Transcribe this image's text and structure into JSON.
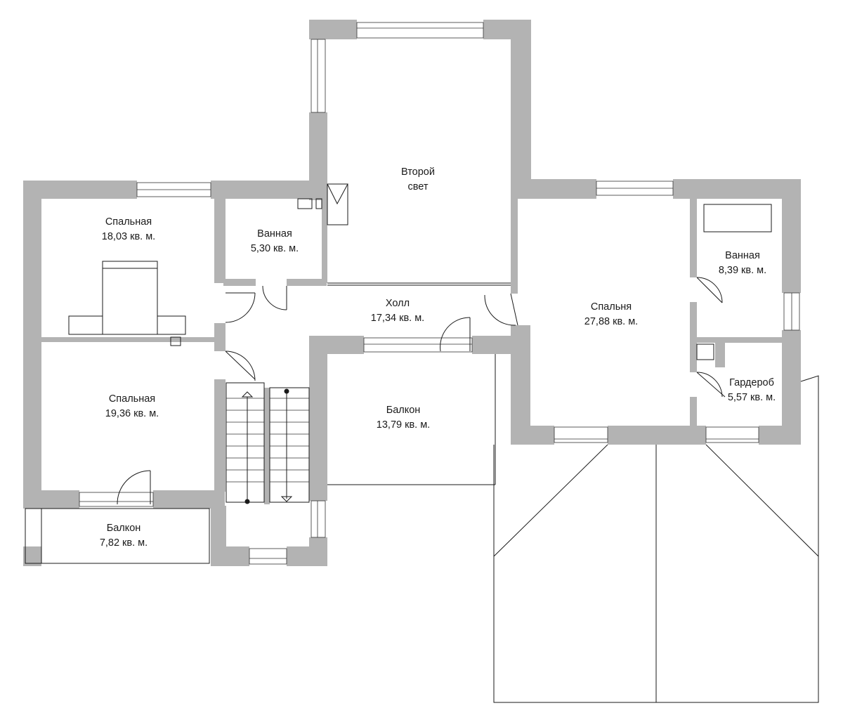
{
  "rooms": {
    "bedroom_top_left": {
      "name": "Спальная",
      "area": "18,03 кв. м."
    },
    "bathroom_left": {
      "name": "Ванная",
      "area": "5,30 кв. м."
    },
    "second_light": {
      "name": "Второй",
      "area": "свет"
    },
    "hall": {
      "name": "Холл",
      "area": "17,34 кв. м."
    },
    "bedroom_bottom_left": {
      "name": "Спальная",
      "area": "19,36 кв. м."
    },
    "balcony_center": {
      "name": "Балкон",
      "area": "13,79 кв. м."
    },
    "balcony_left": {
      "name": "Балкон",
      "area": "7,82 кв. м."
    },
    "bedroom_right": {
      "name": "Спальня",
      "area": "27,88 кв. м."
    },
    "bathroom_right": {
      "name": "Ванная",
      "area": "8,39 кв. м."
    },
    "wardrobe": {
      "name": "Гардероб",
      "area": "5,57 кв. м."
    }
  },
  "colors": {
    "wall": "#b3b3b3",
    "line": "#1a1a1a",
    "background": "#ffffff"
  }
}
